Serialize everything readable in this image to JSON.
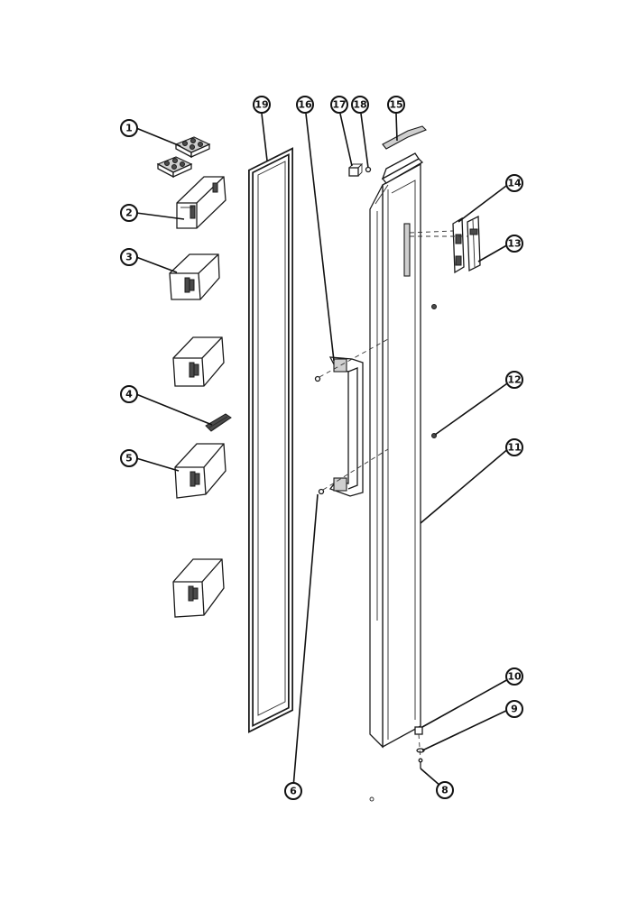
{
  "callouts": [
    {
      "id": "c1",
      "label": "1"
    },
    {
      "id": "c2",
      "label": "2"
    },
    {
      "id": "c3",
      "label": "3"
    },
    {
      "id": "c4",
      "label": "4"
    },
    {
      "id": "c5",
      "label": "5"
    },
    {
      "id": "c6",
      "label": "6"
    },
    {
      "id": "c8",
      "label": "8"
    },
    {
      "id": "c9",
      "label": "9"
    },
    {
      "id": "c10",
      "label": "10"
    },
    {
      "id": "c11",
      "label": "11"
    },
    {
      "id": "c12",
      "label": "12"
    },
    {
      "id": "c13",
      "label": "13"
    },
    {
      "id": "c14",
      "label": "14"
    },
    {
      "id": "c15",
      "label": "15"
    },
    {
      "id": "c16",
      "label": "16"
    },
    {
      "id": "c17",
      "label": "17"
    },
    {
      "id": "c18",
      "label": "18"
    },
    {
      "id": "c19",
      "label": "19"
    }
  ]
}
